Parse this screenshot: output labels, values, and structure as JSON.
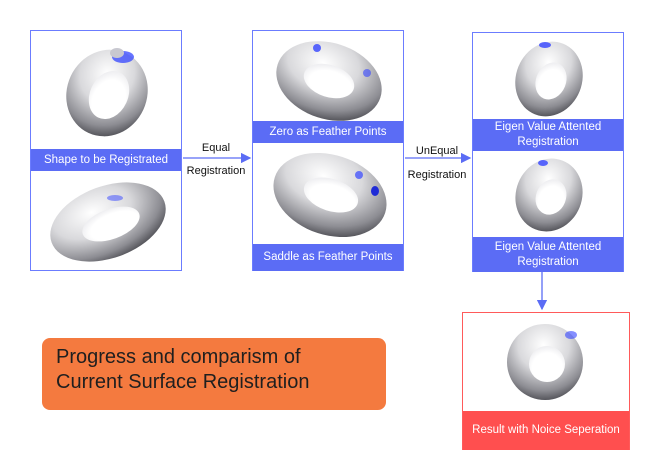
{
  "panels": {
    "input": {
      "label": "Shape to be Registrated"
    },
    "equal": {
      "top_label": "Zero as Feather Points",
      "bottom_label": "Saddle as Feather Points"
    },
    "unequal": {
      "top_label": "Eigen Value Attented Registration",
      "bottom_label": "Eigen Value Attented Registration"
    },
    "result": {
      "label": "Result with Noice Seperation"
    }
  },
  "edges": {
    "equal_line1": "Equal",
    "equal_line2": "Registration",
    "unequal_line1": "UnEqual",
    "unequal_line2": "Registration"
  },
  "title": "Progress and comparism of Current Surface Registration",
  "colors": {
    "panel_border": "#6b7cff",
    "band_blue": "#5b6cf5",
    "band_red": "#ff4f4f",
    "title_bg": "#f47a3f",
    "torus_spot": "#3344ff"
  }
}
